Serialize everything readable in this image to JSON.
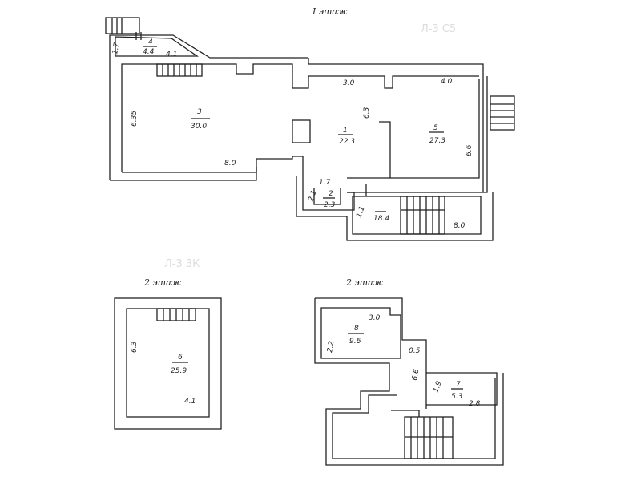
{
  "floors": {
    "first": {
      "title": "I этаж",
      "stamp": "Л-3 С5",
      "rooms": [
        {
          "number": "4",
          "area": "4.4",
          "dims": [
            "1.7",
            "4.1"
          ]
        },
        {
          "number": "3",
          "area": "30.0",
          "dims": [
            "6.35",
            "8.0"
          ]
        },
        {
          "number": "1",
          "area": "22.3",
          "dims": [
            "3.0",
            "6.3"
          ]
        },
        {
          "number": "5",
          "area": "27.3",
          "dims": [
            "4.0",
            "6.6"
          ]
        },
        {
          "number": "2",
          "area": "2.3",
          "dims": [
            "1.7",
            "2.1"
          ]
        },
        {
          "number": "",
          "area": "18.4",
          "dims": [
            "1.1",
            "8.0"
          ]
        }
      ]
    },
    "second_left": {
      "title": "2 этаж",
      "stamp": "Л-3 3К",
      "rooms": [
        {
          "number": "6",
          "area": "25.9",
          "dims": [
            "6.3",
            "4.1"
          ]
        }
      ]
    },
    "second_right": {
      "title": "2 этаж",
      "rooms": [
        {
          "number": "8",
          "area": "9.6",
          "dims": [
            "3.0",
            "2.2",
            "0.5"
          ]
        },
        {
          "number": "",
          "area": "",
          "dims": [
            "6.6",
            "1.9"
          ]
        },
        {
          "number": "7",
          "area": "5.3",
          "dims": [
            "2.8"
          ]
        }
      ]
    }
  }
}
